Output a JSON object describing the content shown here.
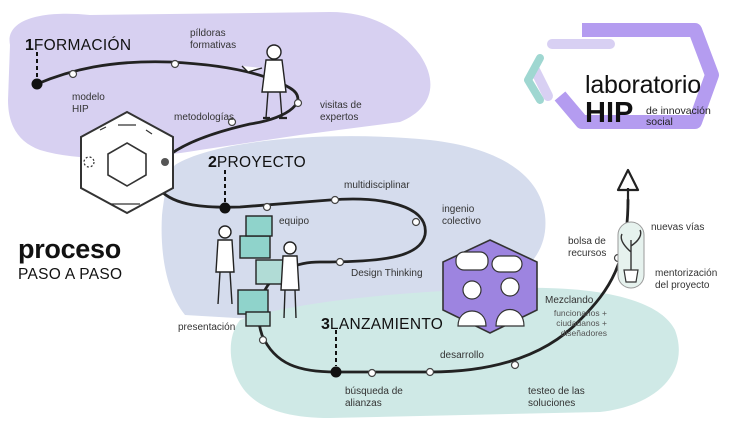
{
  "colors": {
    "formacion": "#d7d0f1",
    "proyecto": "#d5dced",
    "lanzamiento": "#cfe9e6",
    "accent_purple": "#a989e3",
    "accent_teal": "#9fd7d1",
    "ink": "#111111"
  },
  "stages": [
    {
      "number": "1",
      "title": "FORMACIÓN"
    },
    {
      "number": "2",
      "title": "PROYECTO"
    },
    {
      "number": "3",
      "title": "LANZAMIENTO"
    }
  ],
  "labels": {
    "pildoras": "píldoras formativas",
    "modelo": "modelo HIP",
    "metodologias": "metodologías",
    "visitas": "visitas de expertos",
    "multidisciplinar": "multidisciplinar",
    "equipo": "equipo",
    "ingenio": "ingenio colectivo",
    "design": "Design Thinking",
    "presentacion": "presentación",
    "busqueda": "búsqueda de alianzas",
    "desarrollo": "desarrollo",
    "testeo": "testeo de las soluciones",
    "mezclando": "Mezclando",
    "mezclando_detail": "funcionarios + ciudadanos + diseñadores",
    "bolsa": "bolsa de recursos",
    "nuevas": "nuevas vías",
    "mentorizacion": "mentorización del proyecto"
  },
  "heading": {
    "title": "proceso",
    "subtitle": "PASO A PASO"
  },
  "logo": {
    "line1": "laboratorio",
    "line2": "HIP",
    "line3": "de innovación social"
  },
  "icons": [
    "hexagon-model-icon",
    "teacher-figure-icon",
    "team-boxes-icon",
    "conversation-icon",
    "plant-icon",
    "arrow-up-icon",
    "speech-bubble-icon"
  ]
}
